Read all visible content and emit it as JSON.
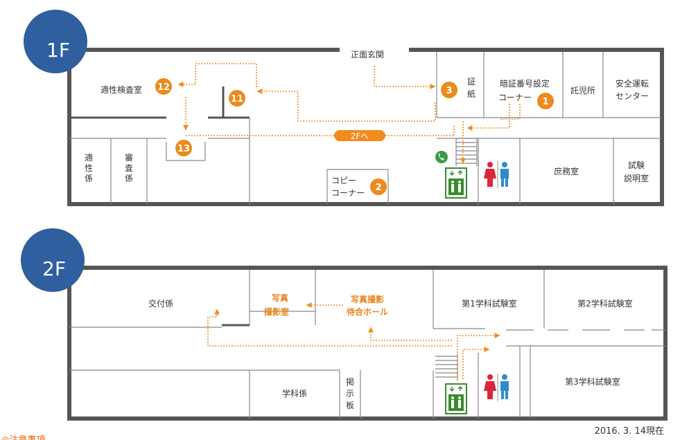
{
  "floors": [
    {
      "label": "1F"
    },
    {
      "label": "2F"
    }
  ],
  "f1": {
    "entrance": "正面玄関",
    "tekisei_kensa": "適性検査室",
    "tekisei_kakari": [
      "適",
      "性",
      "係"
    ],
    "shinsa_kakari": [
      "審",
      "査",
      "係"
    ],
    "shoshi": [
      "証",
      "紙"
    ],
    "pin_corner": [
      "暗証番号設定",
      "コーナー"
    ],
    "nursery": "託児所",
    "safety_center": [
      "安全運転",
      "センター"
    ],
    "general_affairs": "庶務室",
    "exam_room": [
      "試験",
      "説明室"
    ],
    "copy_corner": [
      "コピー",
      "コーナー"
    ],
    "to_2f": "2Fへ"
  },
  "markers": [
    "1",
    "2",
    "3",
    "11",
    "12",
    "13"
  ],
  "f2": {
    "issuance": "交付係",
    "photo": [
      "写真",
      "撮影室"
    ],
    "waiting": [
      "写真撮影",
      "待合ホール"
    ],
    "exam1": "第1学科試験室",
    "exam2": "第2学科試験室",
    "exam3": "第3学科試験室",
    "academic": "学科係",
    "board": [
      "掲",
      "示",
      "板"
    ]
  },
  "date": "2016. 3. 14現在",
  "note": "◎注意事項",
  "colors": {
    "floor_badge": "#2f5f9e",
    "route": "#f08c1e",
    "marker": "#ec8a1c",
    "phone": "#3a9a4a",
    "elevator": "#3a8a2e",
    "restroom_female": "#d9273a",
    "restroom_male": "#2d8ccc"
  },
  "icons": [
    "phone-icon",
    "elevator-icon",
    "female-restroom-icon",
    "male-restroom-icon"
  ]
}
